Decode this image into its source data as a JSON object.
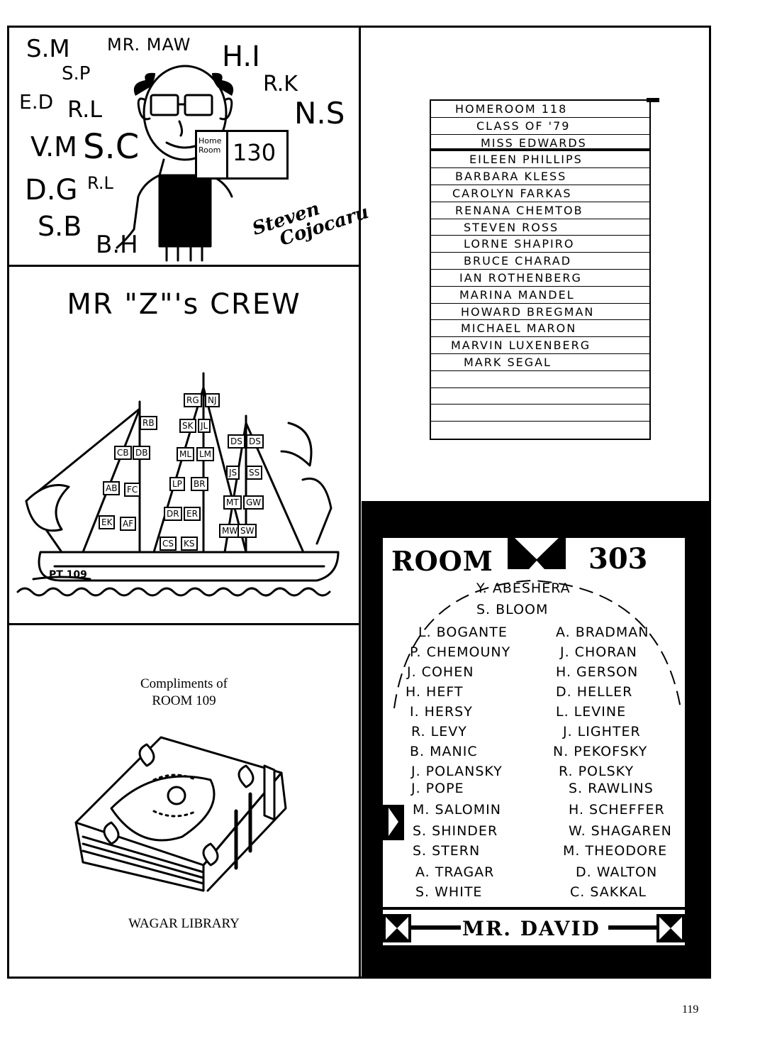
{
  "page_number": "119",
  "room130": {
    "initials": [
      "S.M",
      "S.P",
      "E.D",
      "R.L",
      "V.M",
      "S.C",
      "D.G",
      "R.L",
      "S.B",
      "B.H",
      "H.I",
      "R.K",
      "N.S"
    ],
    "teacher": "MR. MAW",
    "book_top": "Home",
    "book_bottom": "Room",
    "book_number": "130",
    "signature_line1": "Steven",
    "signature_line2": "Cojocaru"
  },
  "mrz": {
    "title": "MR \"Z\"'s CREW",
    "flags": [
      "RG",
      "NJ",
      "RB",
      "SK",
      "JL",
      "DS",
      "DS",
      "CB",
      "DB",
      "ML",
      "LM",
      "JS",
      "SS",
      "AB",
      "FC",
      "LP",
      "BR",
      "MT",
      "GW",
      "EK",
      "AF",
      "DR",
      "ER",
      "MW",
      "SW",
      "CS",
      "KS"
    ],
    "boat_name": "PT 109"
  },
  "room109": {
    "compliments": "Compliments of",
    "room": "ROOM 109",
    "footer": "WAGAR LIBRARY"
  },
  "homeroom118": {
    "rows": [
      "HOMEROOM 118",
      "CLASS OF '79",
      "MISS EDWARDS",
      "EILEEN PHILLIPS",
      "BARBARA KLESS",
      "CAROLYN FARKAS",
      "RENANA CHEMTOB",
      "STEVEN ROSS",
      "LORNE SHAPIRO",
      "BRUCE CHARAD",
      "IAN ROTHENBERG",
      "MARINA MANDEL",
      "HOWARD BREGMAN",
      "MICHAEL MARON",
      "MARVIN LUXENBERG",
      "MARK SEGAL",
      "",
      "",
      ""
    ]
  },
  "room303": {
    "title_left": "ROOM",
    "title_right": "303",
    "top_names": [
      "Y. ABESHERA",
      "S. BLOOM"
    ],
    "left_column": [
      "L. BOGANTE",
      "P. CHEMOUNY",
      "J. COHEN",
      "H. HEFT",
      "I. HERSY",
      "R. LEVY",
      "B. MANIC",
      "J. POLANSKY",
      "J. POPE",
      "M. SALOMIN",
      "S. SHINDER",
      "S. STERN",
      "A. TRAGAR",
      "S. WHITE"
    ],
    "right_column": [
      "A. BRADMAN",
      "J. CHORAN",
      "H. GERSON",
      "D. HELLER",
      "L. LEVINE",
      "J. LIGHTER",
      "N. PEKOFSKY",
      "R. POLSKY",
      "S. RAWLINS",
      "H. SCHEFFER",
      "W. SHAGAREN",
      "M. THEODORE",
      "D. WALTON",
      "C. SAKKAL"
    ],
    "teacher": "MR. DAVID"
  }
}
